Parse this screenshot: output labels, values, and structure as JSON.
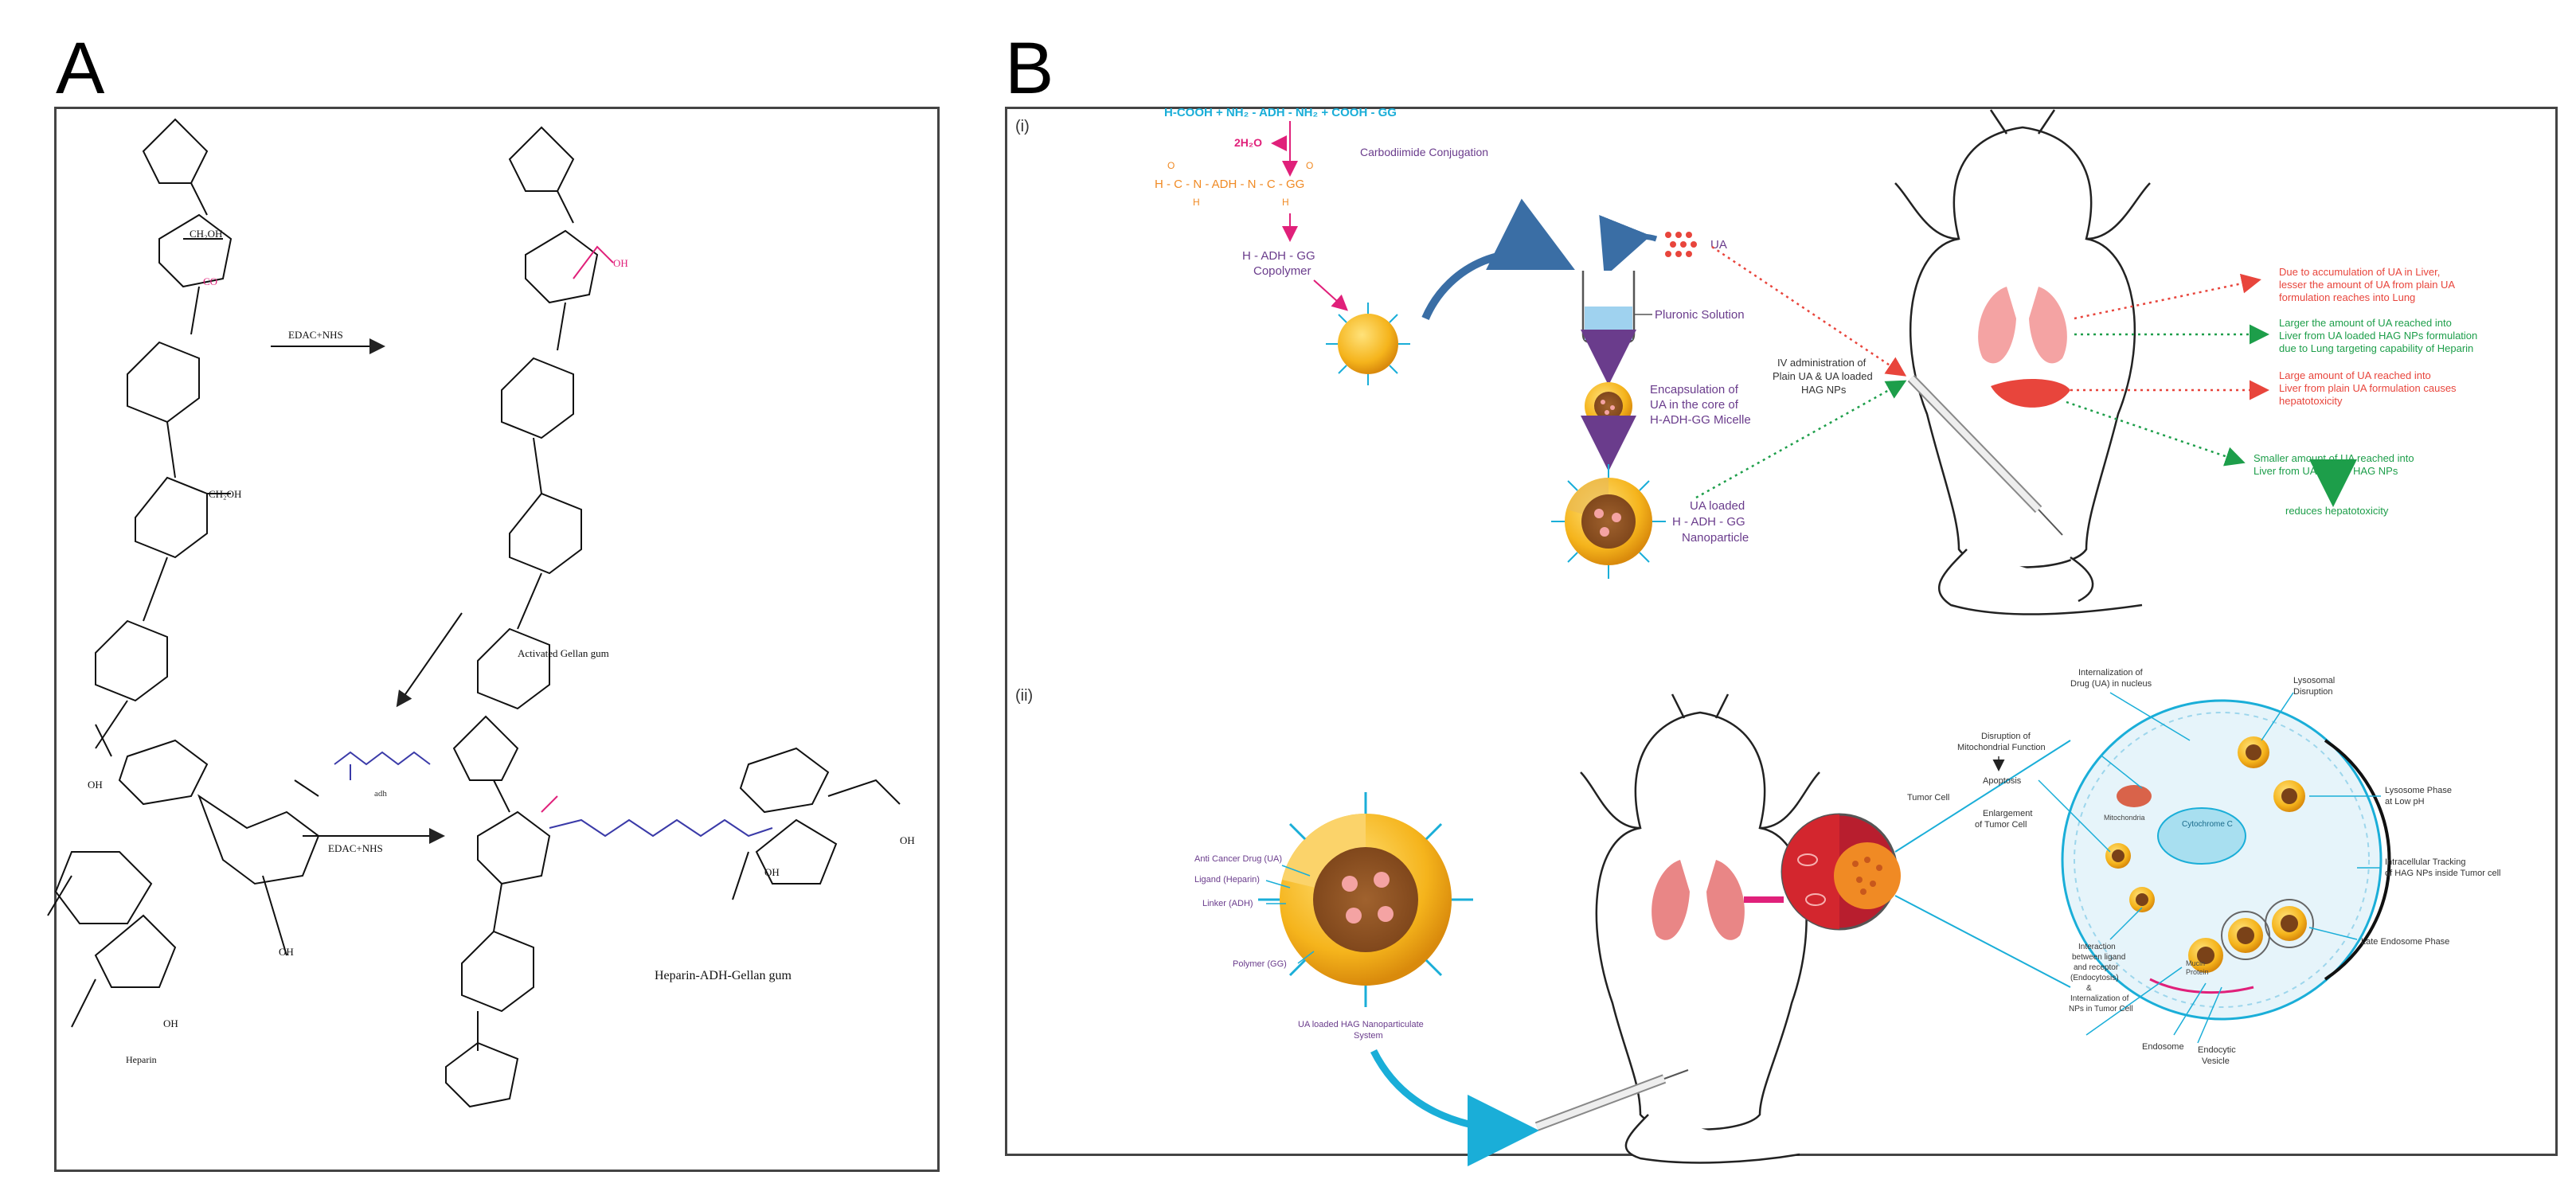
{
  "panels": {
    "a_letter": "A",
    "b_letter": "B"
  },
  "panel_a": {
    "reagent_top": "EDAC+NHS",
    "reagent_bottom": "EDAC+NHS",
    "activated_label": "Activated Gellan gum",
    "heparin_label": "Heparin",
    "product_label": "Heparin-ADH-Gellan gum",
    "adh_label": "adh"
  },
  "panel_b": {
    "sub_i": "(i)",
    "sub_ii": "(ii)",
    "equation": "H-COOH + NH₂ - ADH - NH₂ + COOH - GG",
    "water": "2H₂O",
    "conjugate_line": "H - C - N - ADH - N - C - GG",
    "carbodiimide": "Carbodiimide Conjugation",
    "copolymer": [
      "H - ADH - GG",
      "Copolymer"
    ],
    "ua_label": "UA",
    "pluronic": "Pluronic Solution",
    "encapsulation": [
      "Encapsulation of",
      "UA in the core of",
      "H-ADH-GG Micelle"
    ],
    "ua_loaded": [
      "UA loaded",
      "H - ADH - GG",
      "Nanoparticle"
    ],
    "iv_admin": [
      "IV administration of",
      "Plain UA & UA loaded",
      "HAG NPs"
    ],
    "note_red_1": [
      "Due to accumulation of UA in Liver,",
      "lesser the amount of UA from plain UA",
      "formulation reaches into Lung"
    ],
    "note_green_1": [
      "Larger the amount of UA reached into",
      "Liver from UA loaded HAG NPs formulation",
      "due to Lung targeting capability of Heparin"
    ],
    "note_red_2": [
      "Large amount of UA reached into",
      "Liver from plain UA formulation causes",
      "hepatotoxicity"
    ],
    "note_green_2": [
      "Smaller amount of UA reached into",
      "Liver from UA loaded HAG NPs"
    ],
    "reduces": "reduces hepatotoxicity",
    "np_legend": [
      "Anti Cancer Drug (UA)",
      "Ligand (Heparin)",
      "Linker (ADH)",
      "Polymer (GG)"
    ],
    "np_caption": [
      "UA loaded HAG Nanoparticulate",
      "System"
    ],
    "tumor_cell": "Tumor Cell",
    "enlargement": [
      "Enlargement",
      "of Tumor Cell"
    ],
    "disruption": [
      "Disruption of",
      "Mitochondrial Function"
    ],
    "apoptosis": "Apoptosis",
    "internalization_drug": [
      "Internalization of",
      "Drug (UA) in nucleus"
    ],
    "lysosomal": [
      "Lysosomal",
      "Disruption"
    ],
    "lysosome_phase": [
      "Lysosome Phase",
      "at Low pH"
    ],
    "intracellular": [
      "Intracellular Tracking",
      "of HAG NPs inside Tumor cell"
    ],
    "late_endosome": "Late Endosome Phase",
    "interaction": [
      "Interaction",
      "between ligand",
      "and receptor",
      "(Endocytosis)",
      "&",
      "Internalization of",
      "NPs in Tumor Cell"
    ],
    "endosome": "Endosome",
    "endocytic": [
      "Endocytic",
      "Vesicle"
    ],
    "mitochondria": "Mitochondria",
    "cytochrome": "Cytochrome C",
    "receptor": [
      "Mucin",
      "Protein"
    ]
  },
  "colors": {
    "cyan": "#1aaed8",
    "magenta": "#e0207a",
    "orange": "#f08a24",
    "purple": "#6a3c8c",
    "red": "#e8453c",
    "green": "#1d9e4a",
    "gold": "#f5b41c"
  }
}
